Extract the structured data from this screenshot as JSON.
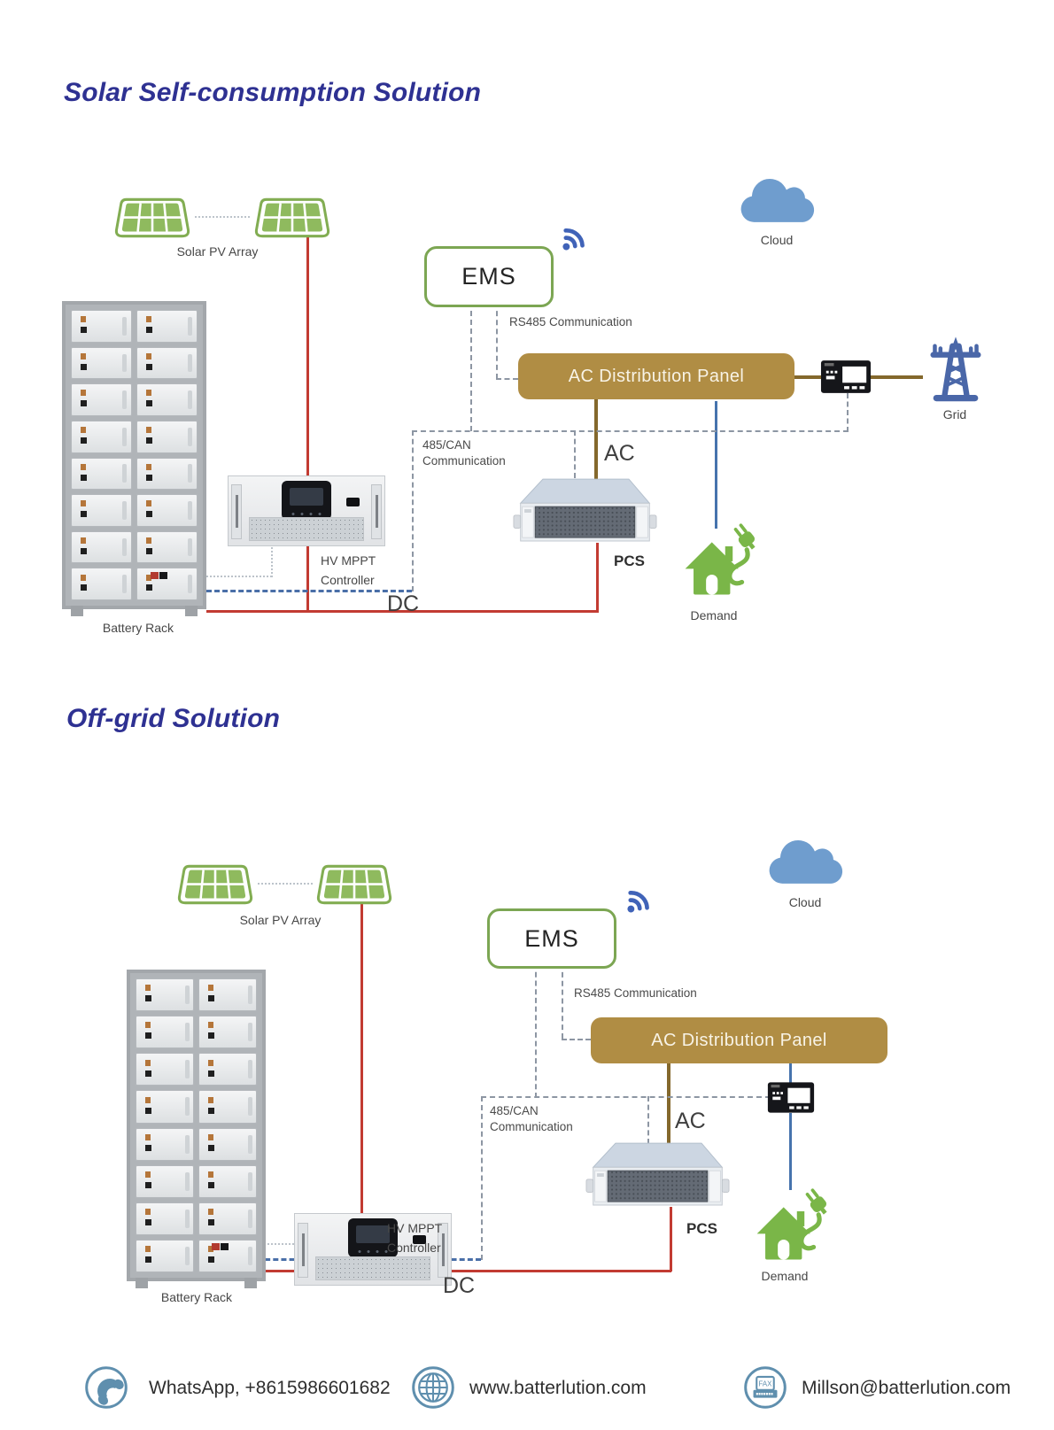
{
  "sections": [
    {
      "title": "Solar Self-consumption Solution"
    },
    {
      "title": "Off-grid Solution"
    }
  ],
  "labels": {
    "solar_pv_array": "Solar PV Array",
    "ems": "EMS",
    "rs485": "RS485 Communication",
    "ac_panel": "AC Distribution Panel",
    "can_line1": "485/CAN",
    "can_line2": "Communication",
    "ac": "AC",
    "dc": "DC",
    "pcs": "PCS",
    "demand": "Demand",
    "cloud": "Cloud",
    "grid": "Grid",
    "battery_rack": "Battery Rack",
    "mppt_line1": "HV MPPT",
    "mppt_line2": "Controller"
  },
  "footer": {
    "items": [
      {
        "icon": "phone-icon",
        "text": "WhatsApp, +8615986601682"
      },
      {
        "icon": "globe-icon",
        "text": "www.batterlution.com"
      },
      {
        "icon": "fax-icon",
        "text": "Millson@batterlution.com"
      }
    ],
    "fax_glyph": "FAX"
  },
  "icons": [
    "solar-panel-icon",
    "wifi-icon",
    "cloud-icon",
    "meter-icon",
    "grid-tower-icon",
    "demand-house-icon",
    "phone-icon",
    "globe-icon",
    "fax-icon"
  ],
  "colors": {
    "title": "#2e3192",
    "panel_gold": "#b08d44",
    "panel_text": "#f8f3e6",
    "line_gold": "#84682c",
    "line_red": "#c23b32",
    "line_blue": "#4673ad",
    "dashed_gray": "#8d96a3",
    "dashed_blue": "#4a6fa8",
    "ems_green": "#7ca653",
    "solar_green": "#8fba5e",
    "icon_blue": "#4063b8",
    "cloud_blue": "#6f9dce",
    "grid_blue": "#4a67a8",
    "demand_green": "#7ab648",
    "footer_icon": "#5f8fae",
    "text_dark": "#3f3f3f"
  }
}
